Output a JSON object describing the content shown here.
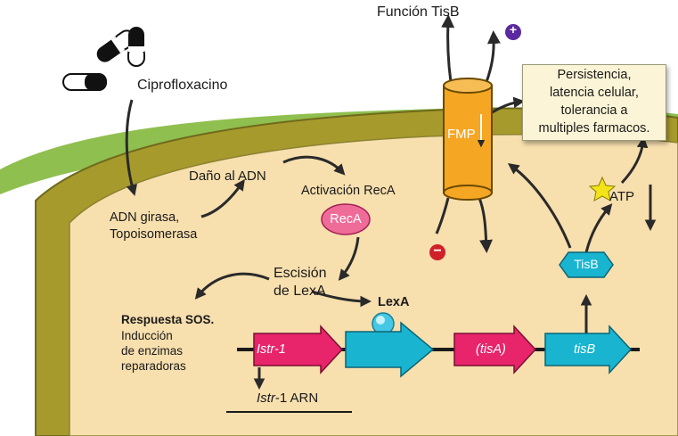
{
  "labels": {
    "funcion_tisb": "Función TisB",
    "ciprofloxacino": "Ciprofloxacino",
    "adn_girasa_1": "ADN girasa,",
    "adn_girasa_2": "Topoisomerasa",
    "dano_adn": "Daño al ADN",
    "activacion_reca": "Activación RecA",
    "reca": "RecA",
    "escision_1": "Escisión",
    "escision_2": "de LexA",
    "lexa": "LexA",
    "sos_1": "Respuesta SOS.",
    "sos_2": "Inducción",
    "sos_3": "de enzimas",
    "sos_4": "reparadoras",
    "fmp": "FMP",
    "atp": "ATP",
    "tisb_protein": "TisB",
    "istr1_gene": "Istr-1",
    "tisa_gene": "(tisA)",
    "tisb_gene": "tisB",
    "istr1_rna_italic": "Istr",
    "istr1_rna_rest": "-1 ARN",
    "plus_sign": "+",
    "minus_sign": "−"
  },
  "info_box": {
    "lines": [
      "Persistencia,",
      "latencia celular,",
      "tolerancia a",
      "multiples farmacos."
    ]
  },
  "colors": {
    "cell_interior": "#f7dfae",
    "membrane": "#a79a2c",
    "membrane_outline": "#6f6a1c",
    "outer_layer": "#8fbf4f",
    "channel": "#f5a623",
    "gene_pink": "#e8246a",
    "gene_cyan": "#19b5d0",
    "reca_pink": "#ef6b98",
    "lexa_blue": "#45c8e6",
    "plus_purple": "#5b2aa0",
    "minus_red": "#d0202a",
    "star_yellow": "#f2e416",
    "arrow_dark": "#2a2a2a"
  }
}
